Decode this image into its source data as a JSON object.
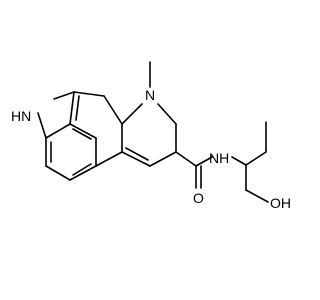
{
  "molecule": {
    "atoms": {
      "indole_nh": "HN",
      "amine_n": "N",
      "amide_n": "NH",
      "amide_o": "O",
      "hydroxyl": "OH"
    },
    "colors": {
      "bond": "#000000",
      "label": "#000000",
      "background": "#ffffff"
    }
  }
}
